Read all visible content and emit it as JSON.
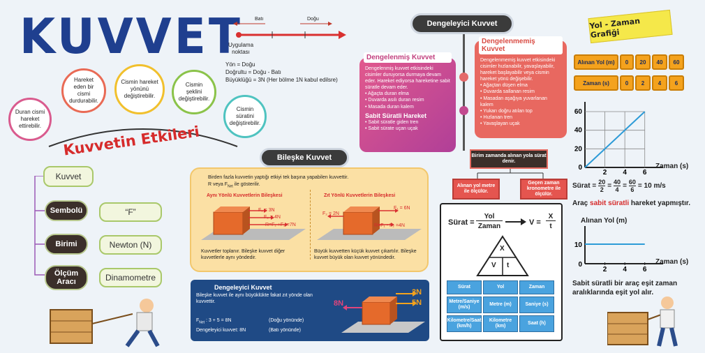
{
  "title": "KUVVET",
  "direction": {
    "bati": "Batı",
    "dogu": "Doğu",
    "uygulama": "Uygulama\nnoktası",
    "yon": "Yön = Doğu",
    "dogrultu": "Doğrultu = Doğu - Batı",
    "buyukluk": "Büyüklüğü = 3N (Her bölme 1N kabul edilsre)"
  },
  "effects": {
    "heading": "Kuvvetin Etkileri",
    "bubbles": [
      "Duran cismi hareket ettirebilir.",
      "Hareket eden bir cismi durdurabilir.",
      "Cismin hareket yönünü değiştirebilir.",
      "Cismin şeklini değiştirebilir.",
      "Cismin süratini değiştirebilir."
    ]
  },
  "tree": {
    "root": "Kuvvet",
    "rows": [
      {
        "label": "Sembolü",
        "value": "“F”"
      },
      {
        "label": "Birimi",
        "value": "Newton (N)"
      },
      {
        "label": "Ölçüm Aracı",
        "value": "Dinamometre"
      }
    ]
  },
  "bileske": {
    "header": "Bileşke Kuvvet",
    "intro1": "Birden fazla kuvvetin yaptığı etkiyi tek başına yapabilen kuvvettir.",
    "intro2": "R veya F",
    "intro2_sub": "Net",
    "intro2_tail": " ile gösterilir.",
    "same_title": "Aynı Yönlü Kuvvetlerin Bileşkesi",
    "same_labels": [
      "F₁ = 3N",
      "F₂ = 4N",
      "R=F₁ +F₂ =7N"
    ],
    "same_desc": "Kuvvetler toplanır. Bileşke kuvvet diğer kuvvetlerle aynı yöndedir.",
    "opp_title": "Zıt Yönlü Kuvvetlerin Bileşkesi",
    "opp_labels": [
      "F₂ = 2N",
      "F₁ = 6N",
      "R=F₁ - F₂ =4N"
    ],
    "opp_desc": "Büyük kuvvetten küçük kuvvet çıkartılır. Bileşke kuvvet büyük olan kuvvet yönündedir."
  },
  "dengeleyici_box": {
    "title": "Dengeleyici Kuvvet",
    "desc": "Bileşke kuvvet ile aynı büyüklükte fakat zıt yönde olan kuvvettir.",
    "line1": "F",
    "line1_sub": "Net",
    "line1_tail": " : 3 + 5 = 8N",
    "line1_dir": "(Doğu yönünde)",
    "line2": "Dengeleyici kuvvet: 8N",
    "line2_dir": "(Batı yönünde)",
    "f3": "3N",
    "f5": "5N",
    "f8": "8N"
  },
  "middle": {
    "header": "Dengeleyici Kuvvet",
    "balanced_title": "Dengelenmiş Kuvvet",
    "balanced_desc": "Dengelenmiş kuvvet etkisindeki cisimler duruyorsa durmaya devam eder. Hareket ediyorsa hareketine sabit süratle devam eder.",
    "balanced_items": [
      "Ağaçta duran elma",
      "Duvarda asılı duran resim",
      "Masada duran kalem"
    ],
    "const_title": "Sabit Süratli Hareket",
    "const_items": [
      "Sabit süratle giden tren",
      "Sabit sürate uçan uçak"
    ],
    "unbalanced_title": "Dengelenmemiş Kuvvet",
    "unbalanced_desc": "Dengelenmemiş kuvvet etkisindeki cisimler hızlanabilir, yavaşlayabilir, hareket başlayabilir veya cismin hareket yönü değişebilir.",
    "unbalanced_items": [
      "Ağaçtan düşen elma",
      "Duvarda sallanan resim",
      "Masadan aşağıya yuvarlanan kalem",
      "Yukarı doğru atılan top",
      "Hızlanan tren",
      "Yavaşlayan uçak"
    ]
  },
  "speed": {
    "top": "Birim zamanda alınan yola sürat denir.",
    "left": "Alınan yol metre ile ölçülür.",
    "right": "Geçen zaman kronometre ile ölçülür.",
    "formula_left": "Sürat =",
    "num": "Yol",
    "den": "Zaman",
    "v": "V =",
    "vnum": "X",
    "vden": "t",
    "tri": [
      "X",
      "V",
      "t"
    ],
    "table": [
      [
        "Sürat",
        "Yol",
        "Zaman"
      ],
      [
        "Metre/Saniye (m/s)",
        "Metre (m)",
        "Saniye (s)"
      ],
      [
        "Kilometre/Saat (km/h)",
        "Kilometre (km)",
        "Saat (h)"
      ]
    ]
  },
  "graph": {
    "title": "Yol - Zaman Grafiği",
    "row1_label": "Alınan Yol (m)",
    "row1": [
      "0",
      "20",
      "40",
      "60"
    ],
    "row2_label": "Zaman (s)",
    "row2": [
      "0",
      "2",
      "4",
      "6"
    ],
    "g1_y": [
      "60",
      "40",
      "20",
      "0"
    ],
    "g1_x": [
      "2",
      "4",
      "6"
    ],
    "g1_xlabel": "Zaman (s)",
    "calc_label": "Sürat =",
    "calc_fracs": [
      [
        "20",
        "2"
      ],
      [
        "40",
        "4"
      ],
      [
        "60",
        "6"
      ]
    ],
    "calc_result": "= 10 m/s",
    "note1a": "Araç ",
    "note1b": "sabit süratli",
    "note1c": " hareket yapmıştır.",
    "g2_ylabel": "Alınan Yol (m)",
    "g2_y": [
      "10",
      "0"
    ],
    "g2_x": [
      "2",
      "4",
      "6"
    ],
    "g2_xlabel": "Zaman (s)",
    "note2": "Sabit süratli bir araç eşit zaman aralıklarında eşit yol alır.",
    "chart_data": [
      {
        "type": "line",
        "x": [
          0,
          2,
          4,
          6
        ],
        "y": [
          0,
          20,
          40,
          60
        ],
        "xlabel": "Zaman (s)",
        "ylim": [
          0,
          60
        ]
      },
      {
        "type": "line",
        "x": [
          0,
          2,
          4,
          6
        ],
        "y": [
          10,
          10,
          10,
          10
        ],
        "xlabel": "Zaman (s)",
        "ylabel": "Alınan Yol (m)"
      }
    ]
  }
}
